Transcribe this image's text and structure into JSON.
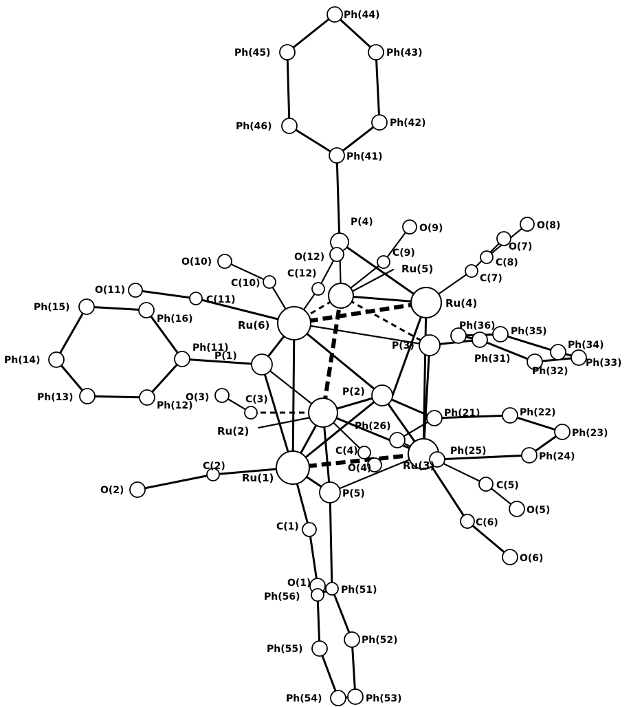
{
  "atoms": {
    "ph44": "Ph(44)",
    "ph43": "Ph(43)",
    "ph45": "Ph(45)",
    "ph46": "Ph(46)",
    "ph42": "Ph(42)",
    "ph41": "Ph(41)",
    "p4": "P(4)",
    "o9": "O(9)",
    "o8": "O(8)",
    "o7": "O(7)",
    "c9": "C(9)",
    "c8": "C(8)",
    "c7": "C(7)",
    "o12": "O(12)",
    "o10": "O(10)",
    "c10": "C(10)",
    "c12": "C(12)",
    "ru5": "Ru(5)",
    "ru4": "Ru(4)",
    "o11": "O(11)",
    "c11": "C(11)",
    "ph15": "Ph(15)",
    "ph16": "Ph(16)",
    "ru6": "Ru(6)",
    "ph36": "Ph(36)",
    "ph35": "Ph(35)",
    "ph34": "Ph(34)",
    "ph14": "Ph(14)",
    "ph11": "Ph(11)",
    "p3": "P(3)",
    "ph31": "Ph(31)",
    "ph32": "Ph(32)",
    "ph33": "Ph(33)",
    "p1": "P(1)",
    "p2": "P(2)",
    "ph13": "Ph(13)",
    "o3": "O(3)",
    "c3": "C(3)",
    "ph12": "Ph(12)",
    "ph21": "Ph(21)",
    "ph22": "Ph(22)",
    "ph26": "Ph(26)",
    "ru2": "Ru(2)",
    "ph23": "Ph(23)",
    "c4": "C(4)",
    "c2": "C(2)",
    "ph25": "Ph(25)",
    "ph24": "Ph(24)",
    "o4": "O(4)",
    "ru3": "Ru(3)",
    "ru1": "Ru(1)",
    "o2": "O(2)",
    "c5": "C(5)",
    "p5": "P(5)",
    "o5": "O(5)",
    "c1": "C(1)",
    "c6": "C(6)",
    "o6": "O(6)",
    "o1": "O(1)",
    "ph51": "Ph(51)",
    "ph56": "Ph(56)",
    "ph52": "Ph(52)",
    "ph55": "Ph(55)",
    "ph54": "Ph(54)",
    "ph53": "Ph(53)"
  }
}
